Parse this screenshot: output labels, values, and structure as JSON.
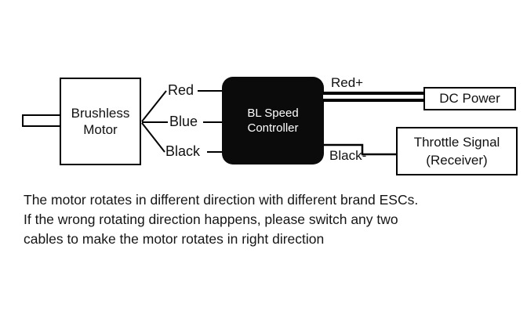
{
  "diagram": {
    "motor": {
      "line1": "Brushless",
      "line2": "Motor"
    },
    "wires": {
      "red": "Red",
      "blue": "Blue",
      "black": "Black"
    },
    "controller": {
      "line1": "BL Speed",
      "line2": "Controller"
    },
    "outputs": {
      "red_plus": "Red+",
      "black_minus": "Black-"
    },
    "dc_power": {
      "label": "DC Power"
    },
    "throttle": {
      "line1": "Throttle Signal",
      "line2": "(Receiver)"
    }
  },
  "caption": {
    "line1": "The motor rotates in different direction with different brand ESCs.",
    "line2": "If the wrong rotating direction happens, please switch any two",
    "line3": "cables to make the motor rotates in right direction"
  },
  "colors": {
    "line": "#000000",
    "controller_bg": "#0b0b0b",
    "background": "#ffffff"
  }
}
